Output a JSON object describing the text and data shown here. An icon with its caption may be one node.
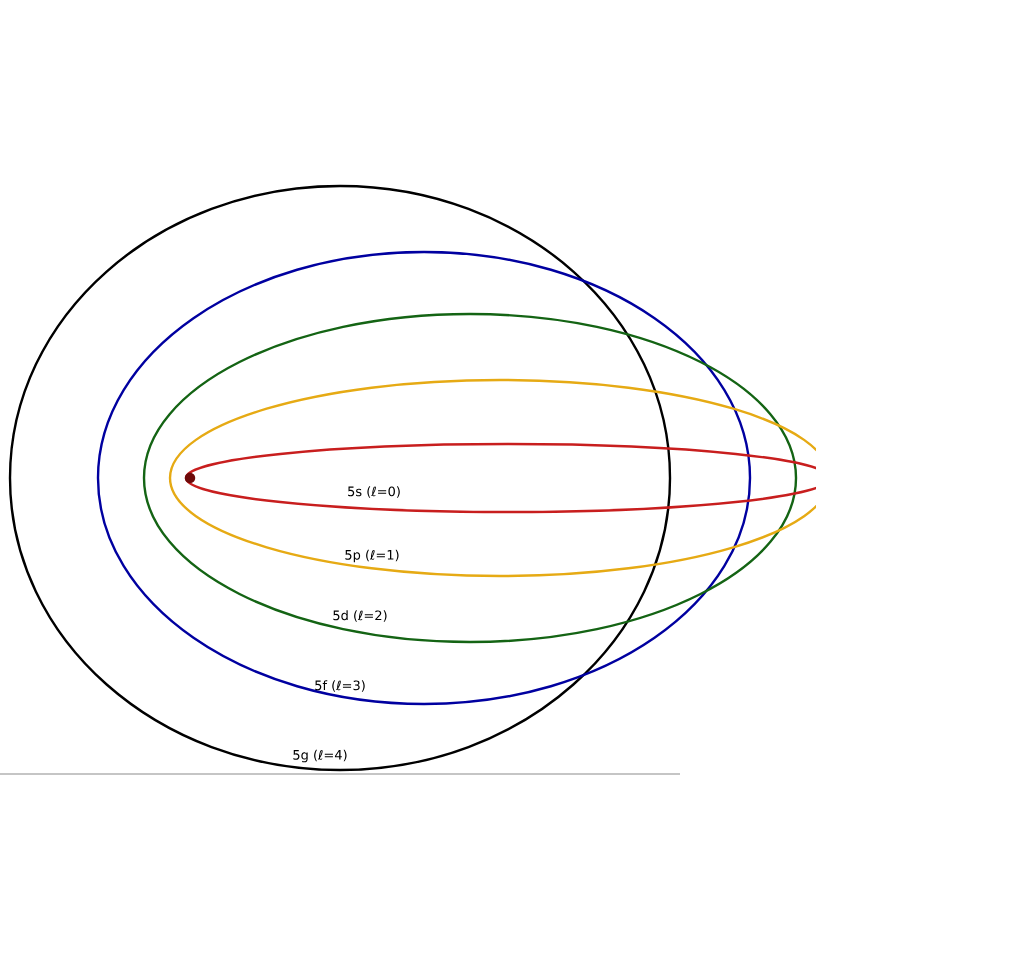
{
  "diagram": {
    "labels": [
      "5s (ℓ=0)",
      "5p (ℓ=1)",
      "5d (ℓ=2)",
      "5f (ℓ=3)",
      "5g (ℓ=4)"
    ]
  }
}
